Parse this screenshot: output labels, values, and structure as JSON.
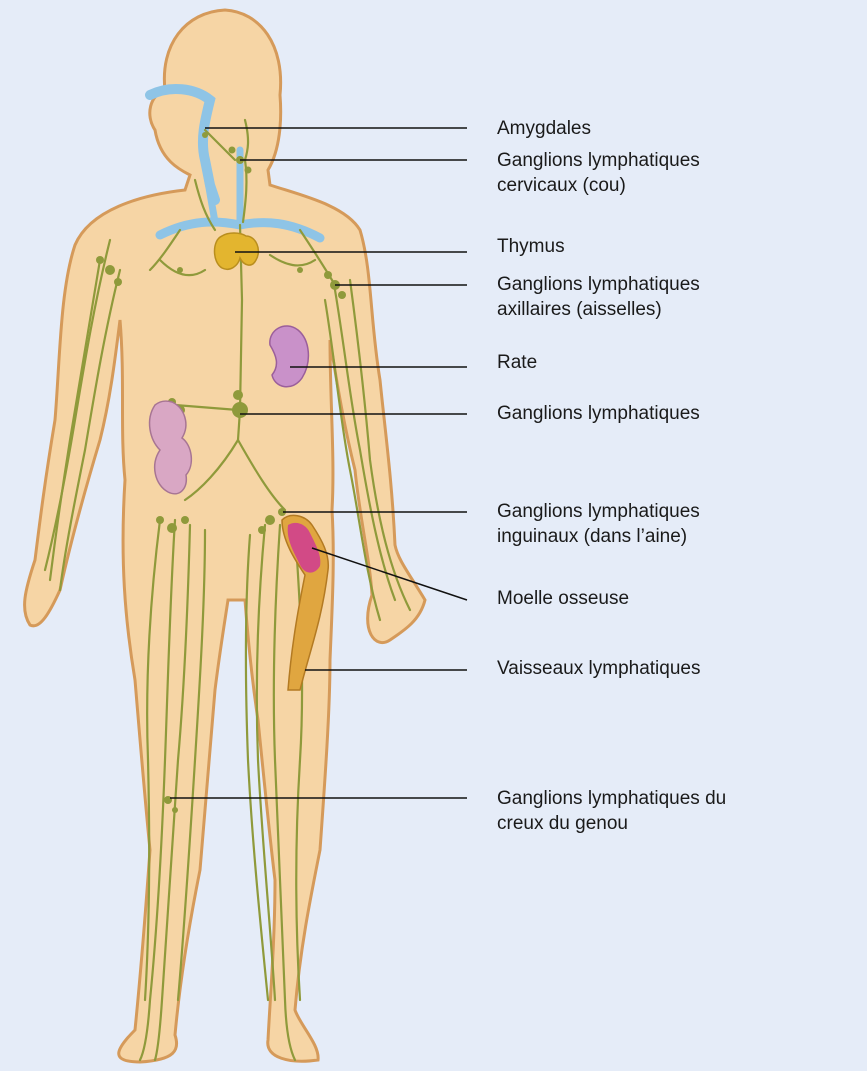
{
  "labels": {
    "amygdales": "Amygdales",
    "cervicaux": "Ganglions lymphatiques\ncervicaux (cou)",
    "thymus": "Thymus",
    "axillaires": "Ganglions lymphatiques\naxillaires (aisselles)",
    "rate": "Rate",
    "ganglions": "Ganglions lymphatiques",
    "inguinaux": "Ganglions lymphatiques\ninguinaux (dans l’aine)",
    "moelle": "Moelle osseuse",
    "vaisseaux": "Vaisseaux lymphatiques",
    "genou": "Ganglions lymphatiques du\ncreux du genou"
  },
  "colors": {
    "background": "#e5ecf8",
    "skin": "#f6d5a5",
    "skin_outline": "#d59a5a",
    "lymph": "#8f9a3b",
    "vessels_blue": "#8ec4e6",
    "thymus": "#e3b52f",
    "spleen": "#c991c9",
    "intestine": "#d9a7c4",
    "bone": "#e0a640",
    "marrow": "#d24a86",
    "leader": "#111111"
  }
}
